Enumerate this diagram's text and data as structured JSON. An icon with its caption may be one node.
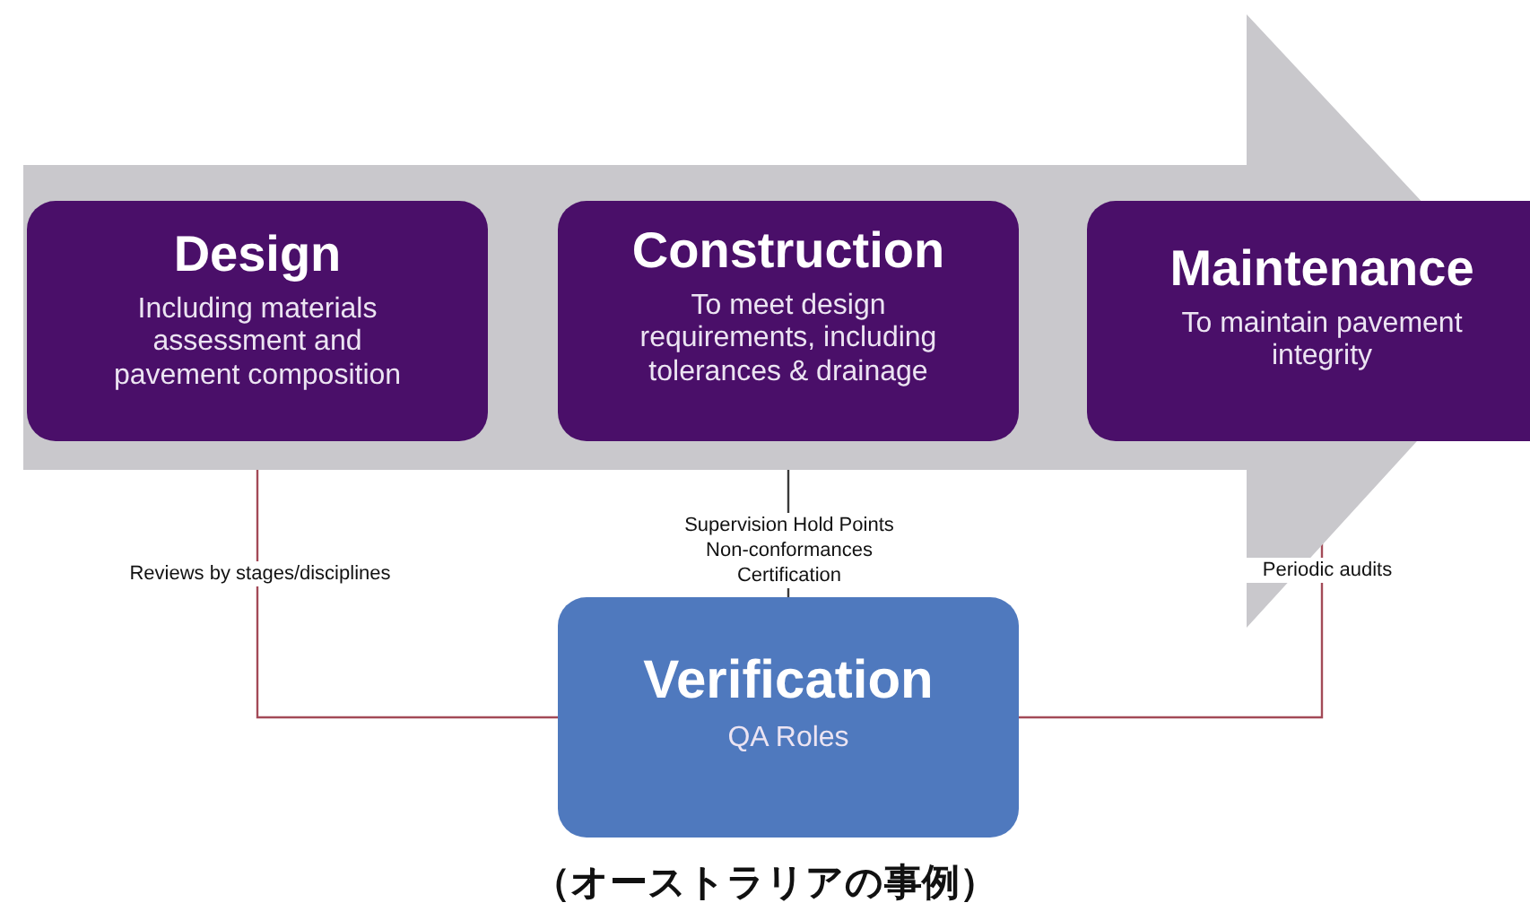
{
  "diagram": {
    "caption": "（オーストラリアの事例）",
    "nodes": [
      {
        "text": [
          "Design",
          "Including materials assessment and pavement composition"
        ]
      },
      {
        "text": [
          "Construction",
          "To meet design requirements, including tolerances & drainage"
        ]
      },
      {
        "text": [
          "Maintenance",
          "To maintain pavement integrity"
        ]
      },
      {
        "text": [
          "Verification",
          "QA Roles"
        ]
      }
    ],
    "edges": [
      {
        "from": 0,
        "to": 3,
        "arrow": "none",
        "label": "Reviews by stages/disciplines"
      },
      {
        "from": 1,
        "to": 3,
        "arrow": "none",
        "label": "Supervision Hold Points Non-conformances Certification",
        "color": "#3a3a3a"
      },
      {
        "from": 2,
        "to": 3,
        "arrow": "none",
        "label": "Periodic audits"
      },
      {
        "from": 0,
        "to": 2,
        "arrow": "to",
        "style": "thick",
        "color": "#c9c8cc"
      }
    ]
  }
}
